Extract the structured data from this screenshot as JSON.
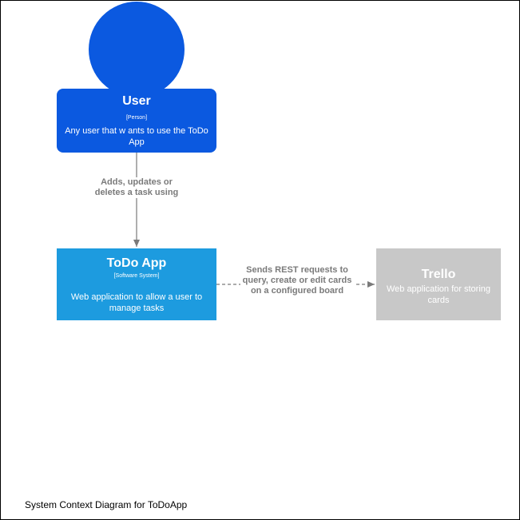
{
  "colors": {
    "person": "#0b59e0",
    "system": "#1d9bdf",
    "external": "#c8c8c8",
    "edge": "#7a7a7a"
  },
  "person": {
    "name": "User",
    "type": "[Person]",
    "description": "Any user that  w ants to use the ToDo App"
  },
  "system": {
    "name": "ToDo App",
    "type": "[Software System]",
    "description": "Web application to allow  a user to manage tasks"
  },
  "external_system": {
    "name": "Trello",
    "description": "Web application for storing cards"
  },
  "relationships": [
    {
      "from": "User",
      "to": "ToDo App",
      "label": "Adds, updates or deletes a task using",
      "style": "solid"
    },
    {
      "from": "ToDo App",
      "to": "Trello",
      "label": "Sends REST requests to query, create or edit cards on a configured board",
      "style": "dashed"
    }
  ],
  "caption": "System Context Diagram for ToDoApp"
}
